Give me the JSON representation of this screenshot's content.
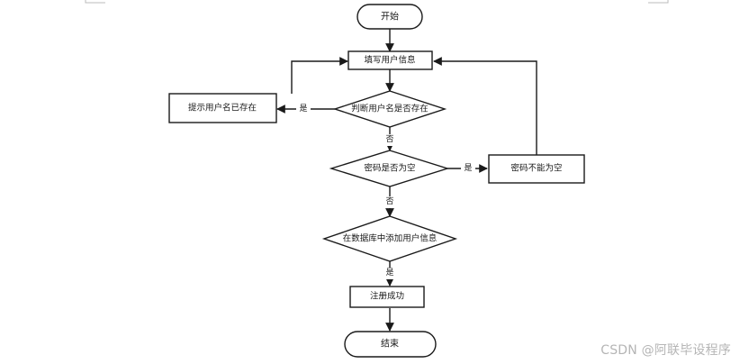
{
  "nodes": {
    "start": "开始",
    "fill_info": "填写用户信息",
    "username_exists": "提示用户名已存在",
    "check_username": "判断用户名是否存在",
    "check_password": "密码是否为空",
    "password_empty": "密码不能为空",
    "add_to_db": "在数据库中添加用户信息",
    "register_success": "注册成功",
    "end": "结束"
  },
  "edge_labels": {
    "yes": "是",
    "no": "否"
  },
  "watermark": "CSDN @阿联毕设程序",
  "colors": {
    "stroke": "#1a1a1a",
    "background": "#ffffff",
    "watermark": "#b5b5b5"
  }
}
